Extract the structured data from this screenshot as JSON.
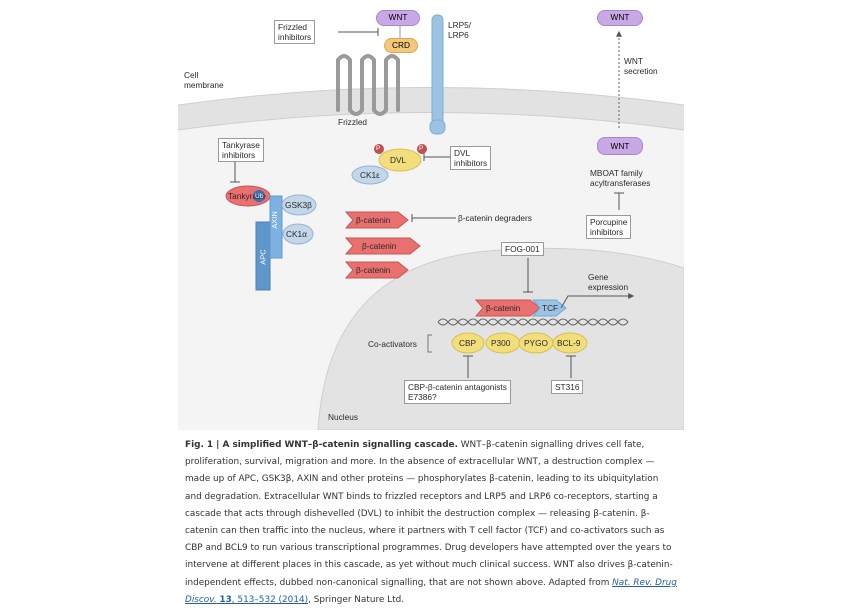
{
  "figure": {
    "labels": {
      "wnt_top": "WNT",
      "crd": "CRD",
      "frizzled_inhibitors": [
        "Frizzled",
        "inhibitors"
      ],
      "lrp": [
        "LRP5/",
        "LRP6"
      ],
      "frizzled": "Frizzled",
      "cell_membrane": [
        "Cell",
        "membrane"
      ],
      "wnt_secreted": "WNT",
      "wnt_secretion": [
        "WNT",
        "secretion"
      ],
      "wnt_inner": "WNT",
      "mboat": [
        "MBOAT family",
        "acyltransferases"
      ],
      "porcupine_inhibitors": [
        "Porcupine",
        "inhibitors"
      ],
      "tankyrase_inhibitors": [
        "Tankyrase",
        "inhibitors"
      ],
      "tankyrase": "Tankyrase",
      "ub": "Ub",
      "gsk3b": "GSK3β",
      "ck1a": "CK1α",
      "axin": "AXIN",
      "apc": "APC",
      "p": "P",
      "dvl": "DVL",
      "ck1e": "CK1ε",
      "dvl_inhibitors": [
        "DVL",
        "inhibitors"
      ],
      "beta_catenin": "β-catenin",
      "degraders": "β-catenin degraders",
      "fog": "FOG-001",
      "gene_expression": [
        "Gene",
        "expression"
      ],
      "tcf": "TCF",
      "coactivators": "Co-activators",
      "cbp": "CBP",
      "p300": "P300",
      "pygo": "PYGO",
      "bcl9": "BCL-9",
      "cbp_antagonists": [
        "CBP-β-catenin antagonists",
        "E7386?"
      ],
      "st316": "ST316",
      "nucleus": "Nucleus"
    },
    "colors": {
      "wnt": "#c9a8e6",
      "crd": "#f4c87a",
      "beta_catenin": "#e8706f",
      "blue": "#6fa6d8",
      "dvl": "#f2de7a",
      "membrane": "#dedede",
      "nucleus": "#e4e4e4"
    }
  },
  "caption": {
    "title": "Fig. 1 | A simplified WNT–β-catenin signalling cascade.",
    "body": "WNT–β-catenin signalling drives cell fate, proliferation, survival, migration and more. In the absence of extracellular WNT, a destruction complex — made up of APC, GSK3β, AXIN and other proteins — phosphorylates β-catenin, leading to its ubiquitylation and degradation. Extracellular WNT binds to frizzled receptors and LRP5 and LRP6 co-receptors, starting a cascade that acts through dishevelled (DVL) to inhibit the destruction complex — releasing β-catenin. β-catenin can then traffic into the nucleus, where it partners with T cell factor (TCF) and co-activators such as CBP and BCL9 to run various transcriptional programmes. Drug developers have attempted over the years to intervene at different places in this cascade, as yet without much clinical success. WNT also drives β-catenin-independent effects, dubbed non-canonical signalling, that are not shown above. Adapted from",
    "ref_journal": "Nat. Rev. Drug Discov.",
    "ref_volume": "13",
    "ref_pages": ", 513–532 (2014)",
    "tail": ", Springer Nature Ltd."
  }
}
